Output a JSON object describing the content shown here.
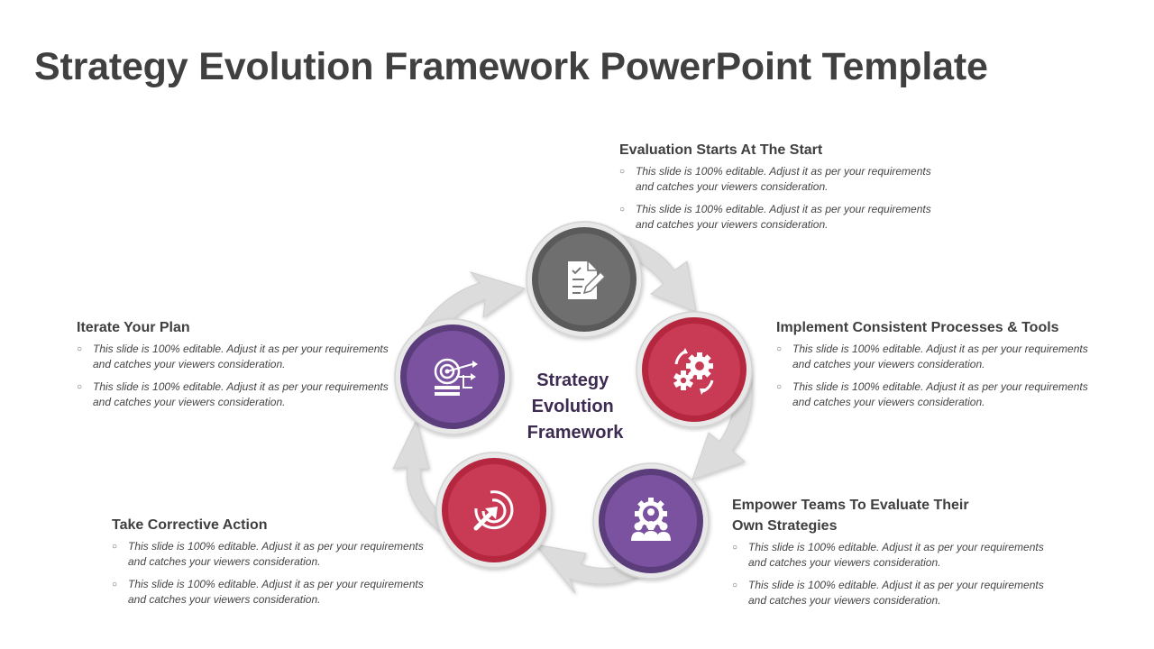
{
  "title": "Strategy Evolution Framework PowerPoint Template",
  "center_label": [
    "Strategy",
    "Evolution",
    "Framework"
  ],
  "colors": {
    "gray": "#6f6f6f",
    "red": "#c93a55",
    "purple": "#7a52a0",
    "arrow": "#d9d9d9"
  },
  "steps": [
    {
      "heading_lines": [
        "Evaluation Starts At The Start"
      ],
      "bullets": [
        "This slide is 100% editable. Adjust it as per your requirements and catches your viewers consideration.",
        "This slide is 100% editable. Adjust it as per your requirements and catches your viewers consideration."
      ],
      "icon": "document-checklist-icon",
      "color": "gray"
    },
    {
      "heading_lines": [
        "Implement Consistent Processes & Tools"
      ],
      "bullets": [
        "This slide is 100% editable. Adjust it as per your requirements and catches your viewers consideration.",
        "This slide is 100% editable. Adjust it as per your requirements and catches your viewers consideration."
      ],
      "icon": "gears-icon",
      "color": "red"
    },
    {
      "heading_lines": [
        "Empower Teams To Evaluate Their",
        "Own Strategies"
      ],
      "bullets": [
        "This slide is 100% editable. Adjust it as per your requirements and catches your viewers consideration.",
        "This slide is 100% editable. Adjust it as per your requirements and catches your viewers consideration."
      ],
      "icon": "team-gear-icon",
      "color": "purple"
    },
    {
      "heading_lines": [
        "Take Corrective Action"
      ],
      "bullets": [
        "This slide is 100% editable. Adjust it as per your requirements and catches your viewers consideration.",
        "This slide is 100% editable. Adjust it as per your requirements and catches your viewers consideration."
      ],
      "icon": "target-arrow-icon",
      "color": "red"
    },
    {
      "heading_lines": [
        "Iterate Your Plan"
      ],
      "bullets": [
        "This slide is 100% editable. Adjust it as per your requirements and catches your viewers consideration.",
        "This slide is 100% editable. Adjust it as per your requirements and catches your viewers consideration."
      ],
      "icon": "target-plan-icon",
      "color": "purple"
    }
  ]
}
